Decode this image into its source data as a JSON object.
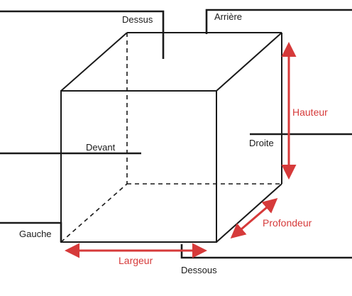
{
  "labels": {
    "top": "Dessus",
    "back": "Arrière",
    "height": "Hauteur",
    "right": "Droite",
    "front": "Devant",
    "depth": "Profondeur",
    "left": "Gauche",
    "width": "Largeur",
    "bottom": "Dessous"
  },
  "colors": {
    "line": "#1a1a1a",
    "dimension": "#d63a3a"
  }
}
